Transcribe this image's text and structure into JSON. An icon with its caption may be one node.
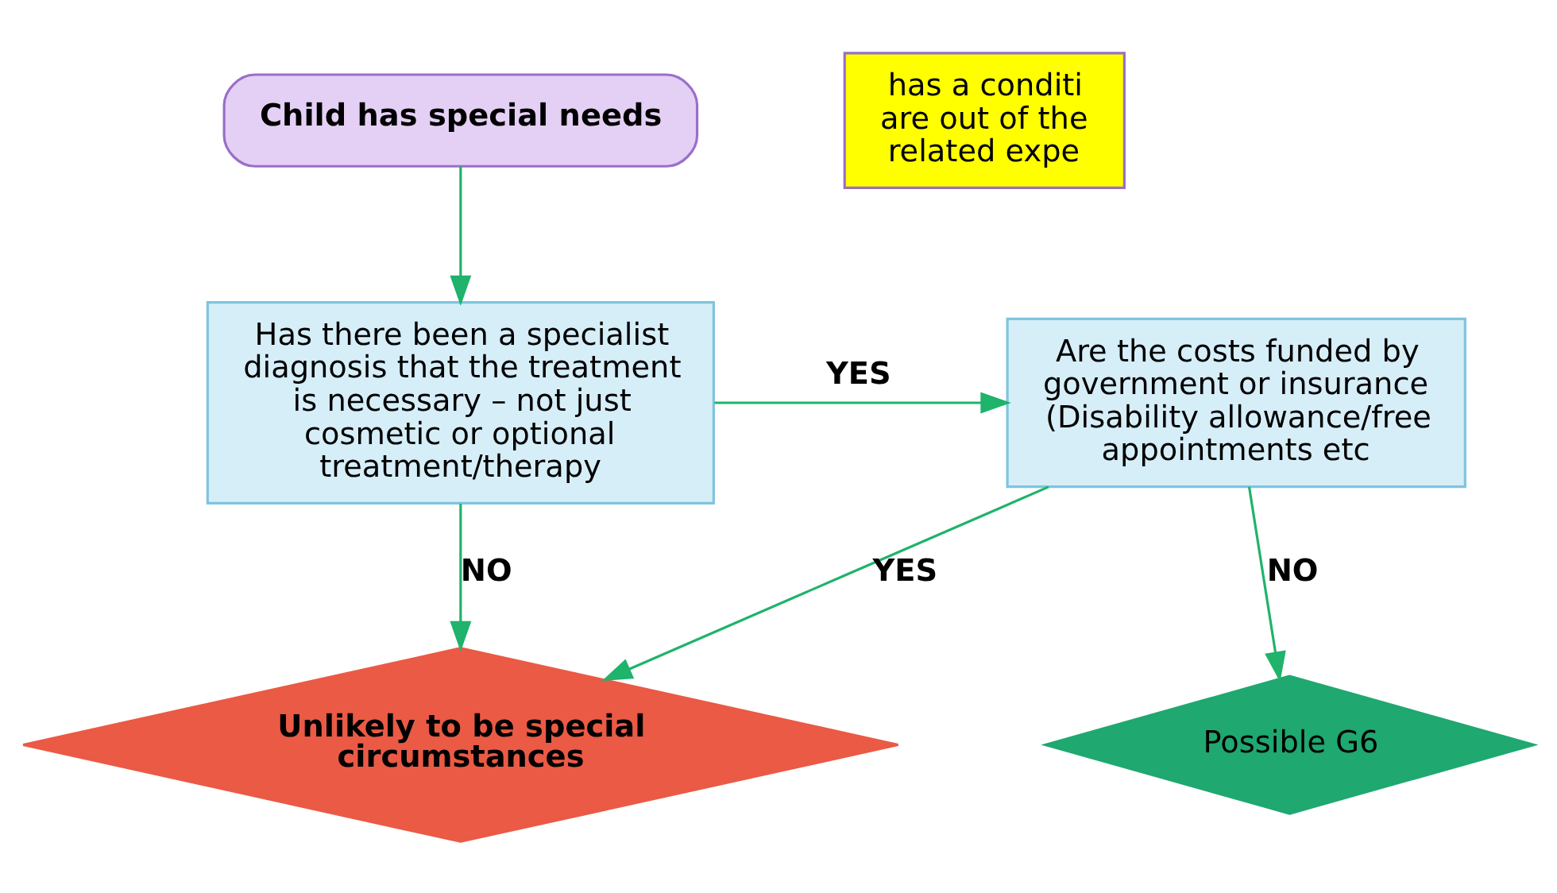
{
  "diagram": {
    "nodes": [
      {
        "text": [
          "Child has special needs"
        ]
      },
      {
        "text": [
          "Has there been a specialist diagnosis that the treatment is necessary – not just cosmetic or optional treatment/therapy"
        ]
      },
      {
        "text": [
          "Are the costs funded by government or insurance (Disability allowance/free appointments etc"
        ]
      },
      {
        "text": [
          "Unlikely to be special circumstances"
        ]
      },
      {
        "text": [
          "Possible G6"
        ]
      },
      {
        "text": [
          "has a conditi are out of the related expe"
        ]
      }
    ],
    "edges": [
      {
        "from": 0,
        "to": 1,
        "arrow": "to"
      },
      {
        "from": 1,
        "to": 2,
        "arrow": "to",
        "label": "YES"
      },
      {
        "from": 1,
        "to": 3,
        "arrow": "to",
        "label": "NO"
      },
      {
        "from": 2,
        "to": 3,
        "arrow": "to",
        "label": "YES"
      },
      {
        "from": 2,
        "to": 4,
        "arrow": "to",
        "label": "NO"
      }
    ]
  }
}
